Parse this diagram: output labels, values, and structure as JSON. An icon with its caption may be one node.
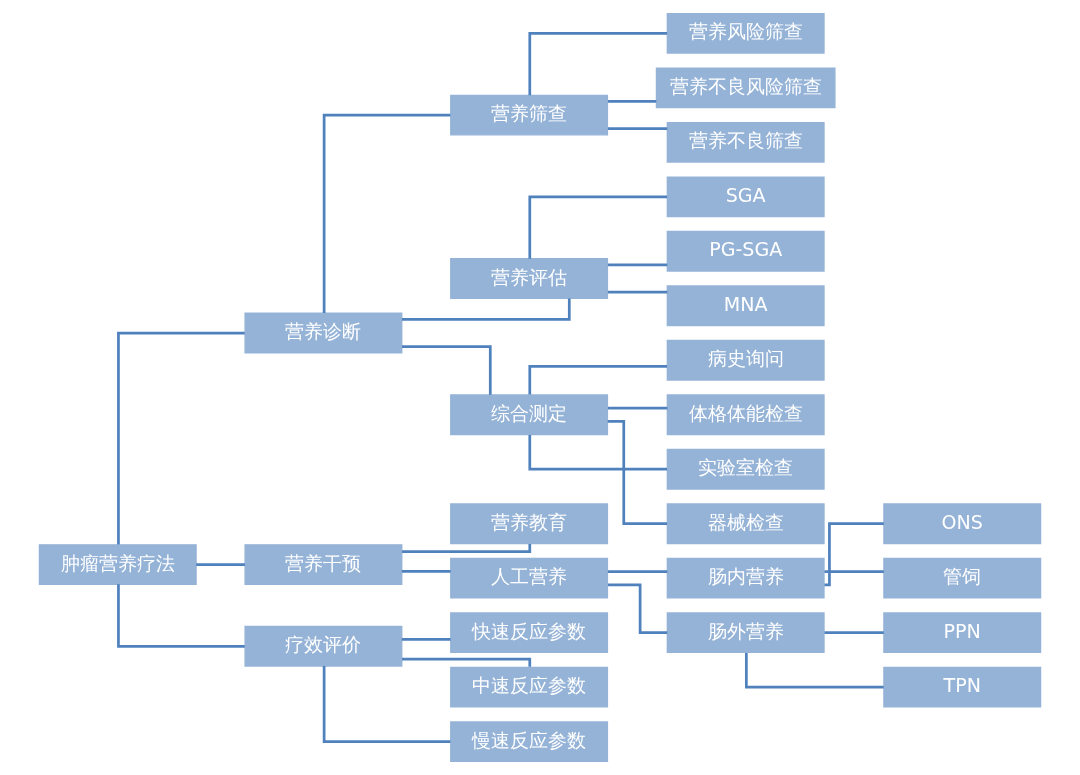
{
  "diagram": {
    "nodes": [
      {
        "text": [
          "肿瘤营养疗法"
        ]
      },
      {
        "text": [
          "营养诊断"
        ]
      },
      {
        "text": [
          "营养筛查"
        ]
      },
      {
        "text": [
          "营养风险筛查"
        ]
      },
      {
        "text": [
          "营养不良风险筛查"
        ]
      },
      {
        "text": [
          "营养不良筛查"
        ]
      },
      {
        "text": [
          "营养评估"
        ]
      },
      {
        "text": [
          "SGA"
        ]
      },
      {
        "text": [
          "PG-SGA"
        ]
      },
      {
        "text": [
          "MNA"
        ]
      },
      {
        "text": [
          "综合测定"
        ]
      },
      {
        "text": [
          "病史询问"
        ]
      },
      {
        "text": [
          "体格体能检查"
        ]
      },
      {
        "text": [
          "实验室检查"
        ]
      },
      {
        "text": [
          "器械检查"
        ]
      },
      {
        "text": [
          "营养干预"
        ]
      },
      {
        "text": [
          "营养教育"
        ]
      },
      {
        "text": [
          "人工营养"
        ]
      },
      {
        "text": [
          "肠内营养"
        ]
      },
      {
        "text": [
          "ONS"
        ]
      },
      {
        "text": [
          "管饲"
        ]
      },
      {
        "text": [
          "肠外营养"
        ]
      },
      {
        "text": [
          "PPN"
        ]
      },
      {
        "text": [
          "TPN"
        ]
      },
      {
        "text": [
          "疗效评价"
        ]
      },
      {
        "text": [
          "快速反应参数"
        ]
      },
      {
        "text": [
          "中速反应参数"
        ]
      },
      {
        "text": [
          "慢速反应参数"
        ]
      }
    ],
    "edges": [
      {
        "from": 0,
        "to": 1,
        "arrow": "none"
      },
      {
        "from": 1,
        "to": 2,
        "arrow": "none"
      },
      {
        "from": 2,
        "to": 3,
        "arrow": "none"
      },
      {
        "from": 2,
        "to": 4,
        "arrow": "none"
      },
      {
        "from": 2,
        "to": 5,
        "arrow": "none"
      },
      {
        "from": 1,
        "to": 6,
        "arrow": "none"
      },
      {
        "from": 6,
        "to": 7,
        "arrow": "none"
      },
      {
        "from": 6,
        "to": 8,
        "arrow": "none"
      },
      {
        "from": 6,
        "to": 9,
        "arrow": "none"
      },
      {
        "from": 1,
        "to": 10,
        "arrow": "none"
      },
      {
        "from": 10,
        "to": 11,
        "arrow": "none"
      },
      {
        "from": 10,
        "to": 12,
        "arrow": "none"
      },
      {
        "from": 10,
        "to": 13,
        "arrow": "none"
      },
      {
        "from": 10,
        "to": 14,
        "arrow": "none"
      },
      {
        "from": 0,
        "to": 15,
        "arrow": "none"
      },
      {
        "from": 15,
        "to": 16,
        "arrow": "none"
      },
      {
        "from": 15,
        "to": 17,
        "arrow": "none"
      },
      {
        "from": 17,
        "to": 18,
        "arrow": "none"
      },
      {
        "from": 18,
        "to": 19,
        "arrow": "none"
      },
      {
        "from": 18,
        "to": 20,
        "arrow": "none"
      },
      {
        "from": 17,
        "to": 21,
        "arrow": "none"
      },
      {
        "from": 21,
        "to": 22,
        "arrow": "none"
      },
      {
        "from": 21,
        "to": 23,
        "arrow": "none"
      },
      {
        "from": 0,
        "to": 24,
        "arrow": "none"
      },
      {
        "from": 24,
        "to": 25,
        "arrow": "none"
      },
      {
        "from": 24,
        "to": 26,
        "arrow": "none"
      },
      {
        "from": 24,
        "to": 27,
        "arrow": "none"
      }
    ]
  }
}
